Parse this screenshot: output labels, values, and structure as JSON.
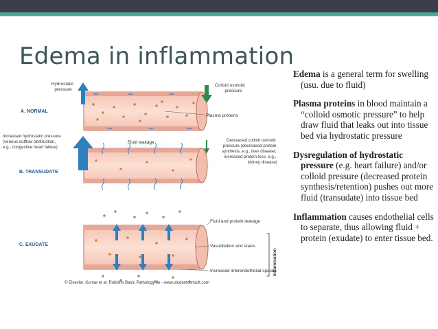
{
  "slide": {
    "title": "Edema in inflammation"
  },
  "figure": {
    "panels": [
      {
        "label": "A. NORMAL",
        "left_note": [
          "Hydrostatic",
          "pressure"
        ],
        "right_note": [
          "Colloid osmotic",
          "pressure"
        ],
        "callout": "Plasma proteins"
      },
      {
        "label": "B. TRANSUDATE",
        "left_note": [
          "Increased hydrostatic pressure",
          "(venous outflow obstruction,",
          "e.g., congestive heart failure)"
        ],
        "right_note": [
          "Decreased colloid osmotic",
          "pressure (decreased protein",
          "synthesis, e.g., liver disease;",
          "increased protein loss, e.g.,",
          "kidney disease)"
        ],
        "callout": "Fluid leakage"
      },
      {
        "label": "C. EXUDATE",
        "callout_top": "Fluid and protein leakage",
        "callout_mid": "Vasodilation and stasis",
        "callout_bottom": "Increased interendothelial spaces",
        "side_label": "Inflammation"
      }
    ],
    "credit": "© Elsevier. Kumar et al: Robbins Basic Pathology 8e - www.studentconsult.com",
    "colors": {
      "vessel": "#f1b4a4",
      "arrow": "#2f7fc1",
      "protein": "#c8863a",
      "halo": "#c9dcf2"
    }
  },
  "bullets": [
    {
      "bold": "Edema",
      "text": " is a general term for swelling (usu. due to fluid)"
    },
    {
      "bold": "Plasma proteins",
      "text": " in blood maintain a “colloid osmotic pressure” to help draw fluid that leaks out into tissue bed via hydrostatic pressure"
    },
    {
      "bold": "Dysregulation of hydrostatic pressure",
      "text": " (e.g. heart failure) and/or colloid pressure (decreased protein synthesis/retention) pushes out more fluid (transudate) into tissue bed"
    },
    {
      "bold": "Inflammation",
      "text": " causes endothelial cells to separate, thus allowing fluid + protein (exudate) to enter tissue bed."
    }
  ]
}
